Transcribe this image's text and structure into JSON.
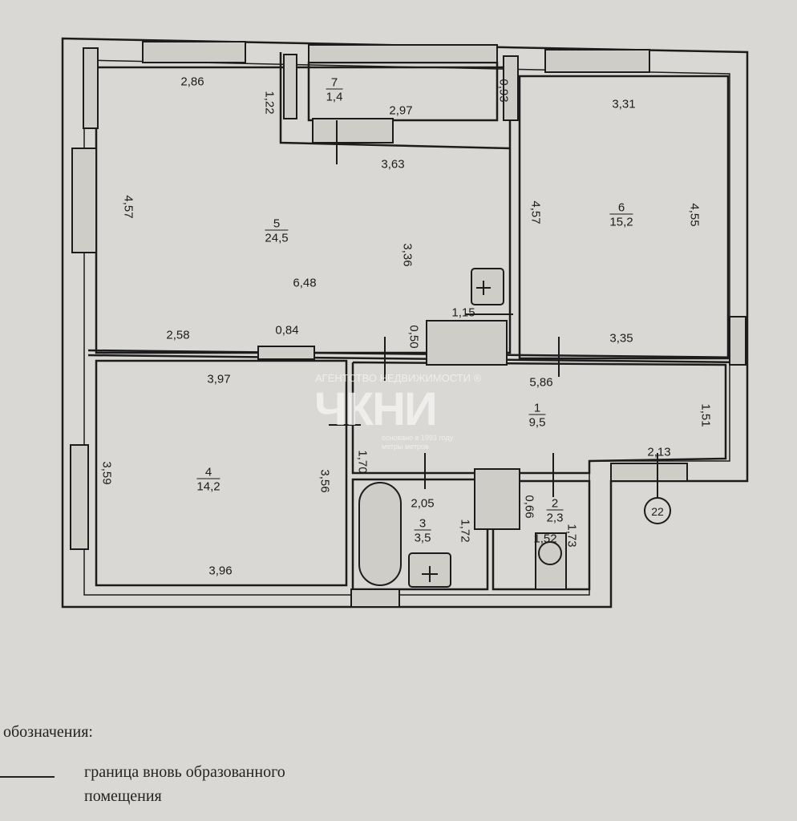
{
  "rooms": {
    "r7": {
      "number": "7",
      "area": "1,4"
    },
    "r5": {
      "number": "5",
      "area": "24,5"
    },
    "r6": {
      "number": "6",
      "area": "15,2"
    },
    "r1": {
      "number": "1",
      "area": "9,5"
    },
    "r4": {
      "number": "4",
      "area": "14,2"
    },
    "r3": {
      "number": "3",
      "area": "3,5"
    },
    "r2": {
      "number": "2",
      "area": "2,3"
    }
  },
  "dims": {
    "d286": "2,86",
    "d122": "1,22",
    "d297": "2,97",
    "d093": "0,93",
    "d331": "3,31",
    "d363": "3,63",
    "d457a": "4,57",
    "d336": "3,36",
    "d648": "6,48",
    "d457b": "4,57",
    "d455": "4,55",
    "d115": "1,15",
    "d050": "0,50",
    "d258": "2,58",
    "d084": "0,84",
    "d335": "3,35",
    "d397": "3,97",
    "d586": "5,86",
    "d170": "1,70",
    "d151": "1,51",
    "d359": "3,59",
    "d356": "3,56",
    "d213": "2,13",
    "d205": "2,05",
    "d172": "1,72",
    "d066": "0,66",
    "d152": "1,52",
    "d173": "1,73",
    "d396": "3,96"
  },
  "marker": "22",
  "watermark": {
    "agency": "АГЕНТСТВО НЕДВИЖИМОСТИ ®",
    "logo": "ЧКНИ",
    "founded": "основано в 1993 году",
    "slogan": "метры метров"
  },
  "legend": {
    "title": "обозначения:",
    "line_label_1": "граница  вновь образованного",
    "line_label_2": "помещения"
  }
}
